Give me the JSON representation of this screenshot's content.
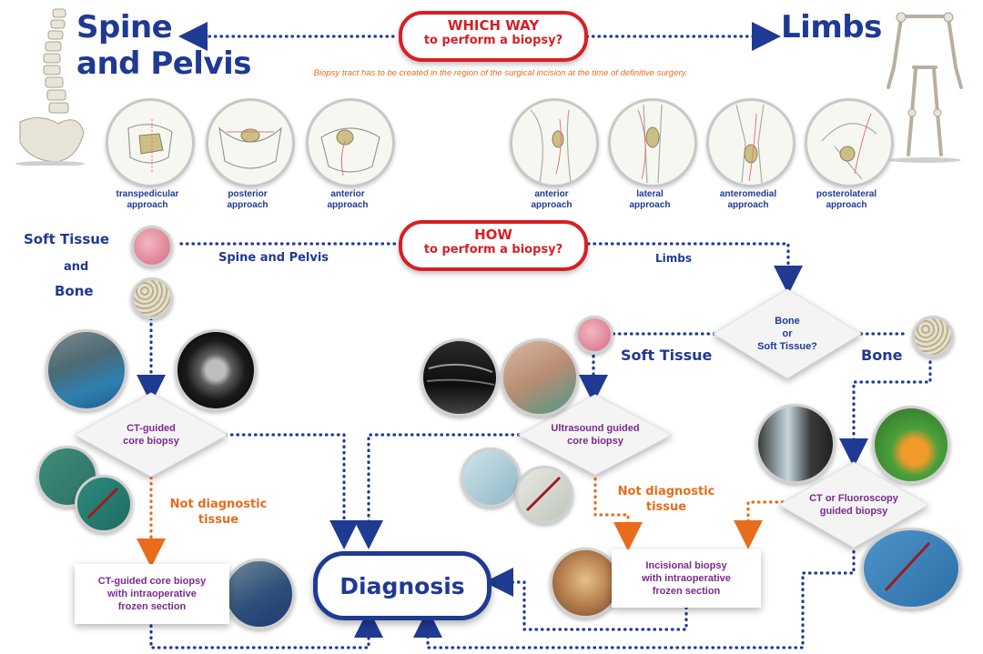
{
  "header": {
    "left_title_line1": "Spine",
    "left_title_line2": "and Pelvis",
    "right_title": "Limbs",
    "which_way_line1": "WHICH WAY",
    "which_way_line2": "to perform a biopsy?",
    "note": "Biopsy tract has to be created in the region of the surgical incision at the time of definitive surgery."
  },
  "spine_approaches": [
    {
      "line1": "transpedicular",
      "line2": "approach"
    },
    {
      "line1": "posterior",
      "line2": "approach"
    },
    {
      "line1": "anterior",
      "line2": "approach"
    }
  ],
  "limb_approaches": [
    {
      "line1": "anterior",
      "line2": "approach"
    },
    {
      "line1": "lateral",
      "line2": "approach"
    },
    {
      "line1": "anteromedial",
      "line2": "approach"
    },
    {
      "line1": "posterolateral",
      "line2": "approach"
    }
  ],
  "how": {
    "line1": "HOW",
    "line2": "to perform a biopsy?",
    "left_branch": "Spine and Pelvis",
    "right_branch": "Limbs"
  },
  "left_side": {
    "soft_tissue": "Soft Tissue",
    "and": "and",
    "bone": "Bone",
    "diamond_line1": "CT-guided",
    "diamond_line2": "core biopsy",
    "not_diag_line1": "Not diagnostic",
    "not_diag_line2": "tissue",
    "box_line1": "CT-guided core biopsy",
    "box_line2": "with intraoperative",
    "box_line3": "frozen section"
  },
  "right_side": {
    "decision_line1": "Bone",
    "decision_line2": "or",
    "decision_line3": "Soft Tissue?",
    "soft_tissue": "Soft Tissue",
    "bone": "Bone",
    "us_line1": "Ultrasound guided",
    "us_line2": "core biopsy",
    "not_diag_line1": "Not diagnostic",
    "not_diag_line2": "tissue",
    "incisional_line1": "Incisional biopsy",
    "incisional_line2": "with intraoperative",
    "incisional_line3": "frozen section",
    "fluoro_line1": "CT or Fluoroscopy",
    "fluoro_line2": "guided biopsy"
  },
  "diagnosis": "Diagnosis",
  "colors": {
    "navy": "#1f3a93",
    "red": "#d71f26",
    "orange": "#e96c1c",
    "purple": "#7b2a8e"
  }
}
